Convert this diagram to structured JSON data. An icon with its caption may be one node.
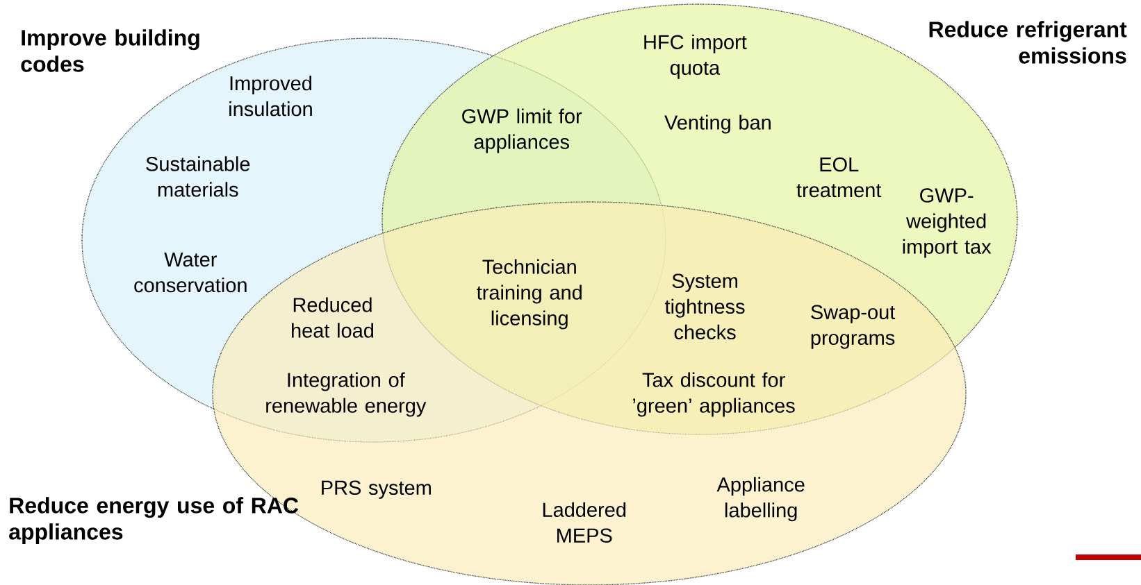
{
  "diagram": {
    "nodes": [
      {
        "text": [
          "Improve building codes"
        ]
      },
      {
        "text": [
          "Reduce refrigerant emissions"
        ]
      },
      {
        "text": [
          "Reduce energy use of RAC appliances"
        ]
      }
    ],
    "labels": [
      "HFC import quota",
      "Improved insulation",
      "GWP limit for appliances",
      "Venting ban",
      "Sustainable materials",
      "EOL treatment",
      "GWP-weighted import tax",
      "Water conservation",
      "Technician training and licensing",
      "System tightness checks",
      "Reduced heat load",
      "Swap-out programs",
      "Integration of renewable energy",
      "Tax discount for ’green’ appliances",
      "PRS system",
      "Appliance labelling",
      "Laddered MEPS"
    ]
  }
}
